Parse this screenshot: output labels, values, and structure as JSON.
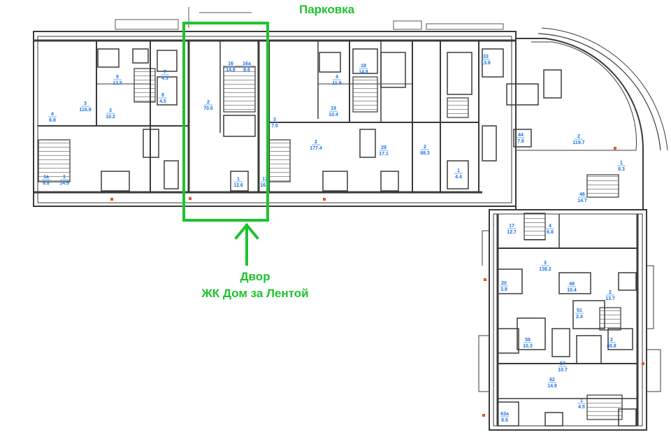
{
  "labels": {
    "parking": "Парковка",
    "yard_line1": "Двор",
    "yard_line2": "ЖК Дом за Лентой"
  },
  "colors": {
    "wall": "#3a3a3a",
    "room_label": "#1a73e8",
    "highlight": "#1ec32e",
    "marker": "#e8541a"
  },
  "rooms": [
    {
      "num": "4",
      "area": "6.8"
    },
    {
      "num": "3",
      "area": "116.9"
    },
    {
      "num": "1a",
      "area": "8.8"
    },
    {
      "num": "1",
      "area": "14.5"
    },
    {
      "num": "3",
      "area": "10.2"
    },
    {
      "num": "9",
      "area": "13.5"
    },
    {
      "num": "8",
      "area": "4.5"
    },
    {
      "num": "7",
      "area": "4.3"
    },
    {
      "num": "2",
      "area": "70.6"
    },
    {
      "num": "16",
      "area": "14.8"
    },
    {
      "num": "16a",
      "area": "8.6"
    },
    {
      "num": "1",
      "area": "12.6"
    },
    {
      "num": "17",
      "area": "16.8"
    },
    {
      "num": "3",
      "area": "7.0"
    },
    {
      "num": "2",
      "area": "177.4"
    },
    {
      "num": "19",
      "area": "10.4"
    },
    {
      "num": "4",
      "area": "11.9"
    },
    {
      "num": "18",
      "area": "14.8"
    },
    {
      "num": "29",
      "area": "17.1"
    },
    {
      "num": "2",
      "area": "88.3"
    },
    {
      "num": "1",
      "area": "4.4"
    },
    {
      "num": "33",
      "area": "13.8"
    },
    {
      "num": "44",
      "area": "7.6"
    },
    {
      "num": "2",
      "area": "119.7"
    },
    {
      "num": "1",
      "area": "8.3"
    },
    {
      "num": "46",
      "area": "14.7"
    },
    {
      "num": "17",
      "area": "12.7"
    },
    {
      "num": "4",
      "area": "6.8"
    },
    {
      "num": "3",
      "area": "138.2"
    },
    {
      "num": "20",
      "area": "3.8"
    },
    {
      "num": "48",
      "area": "10.4"
    },
    {
      "num": "2",
      "area": "13.7"
    },
    {
      "num": "51",
      "area": "2.4"
    },
    {
      "num": "58",
      "area": "10.3"
    },
    {
      "num": "57",
      "area": "10.7"
    },
    {
      "num": "2",
      "area": "80.8"
    },
    {
      "num": "62",
      "area": "14.9"
    },
    {
      "num": "1",
      "area": "4.5"
    },
    {
      "num": "63a",
      "area": "8.6"
    }
  ]
}
